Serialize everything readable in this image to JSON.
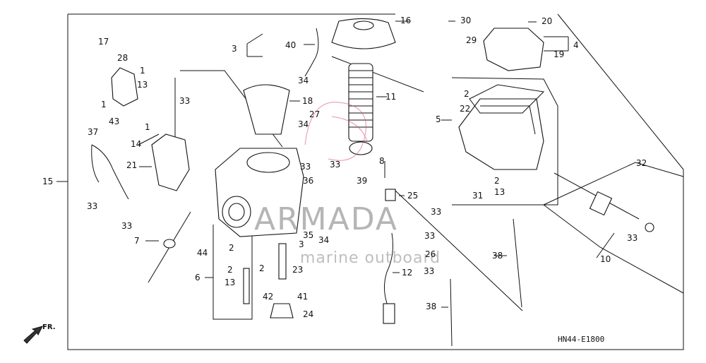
{
  "diagram": {
    "code": "HN44-E1800",
    "front_marker": "FR.",
    "watermark": {
      "brand": "ARMADA",
      "tagline": "marine outboard",
      "color": "#d4477a"
    },
    "callouts": [
      "1",
      "1",
      "1",
      "2",
      "2",
      "2",
      "2",
      "2",
      "3",
      "3",
      "4",
      "5",
      "6",
      "7",
      "8",
      "10",
      "11",
      "12",
      "13",
      "13",
      "13",
      "14",
      "15",
      "16",
      "17",
      "18",
      "19",
      "20",
      "21",
      "22",
      "23",
      "24",
      "25",
      "26",
      "27",
      "28",
      "29",
      "30",
      "31",
      "32",
      "33",
      "33",
      "33",
      "33",
      "33",
      "33",
      "33",
      "33",
      "33",
      "34",
      "34",
      "34",
      "35",
      "36",
      "37",
      "38",
      "38",
      "39",
      "40",
      "41",
      "42",
      "43",
      "44"
    ]
  }
}
